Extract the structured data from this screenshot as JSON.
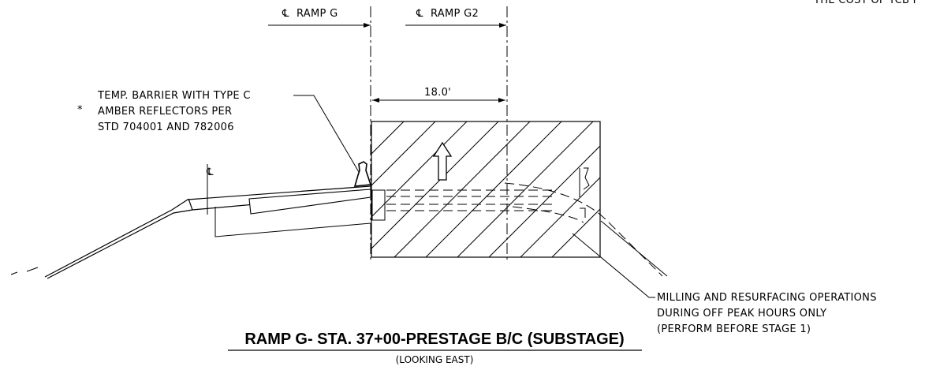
{
  "header": {
    "corner_note": "THE COST OF TCB I"
  },
  "centerlines": {
    "ramp_g_label": "RAMP G",
    "ramp_g2_label": "RAMP G2",
    "cl_symbol": "℄"
  },
  "dimension": {
    "width_label": "18.0'"
  },
  "barrier_note": {
    "asterisk": "*",
    "lines": [
      "TEMP. BARRIER WITH TYPE C",
      "AMBER REFLECTORS PER",
      "STD 704001 AND 782006"
    ]
  },
  "milling_note": {
    "lines": [
      "MILLING AND RESURFACING OPERATIONS",
      "DURING OFF PEAK HOURS ONLY",
      "(PERFORM BEFORE STAGE 1)"
    ]
  },
  "title": {
    "main": "RAMP G- STA. 37+00-PRESTAGE B/C (SUBSTAGE)",
    "sub": "(LOOKING EAST)"
  }
}
